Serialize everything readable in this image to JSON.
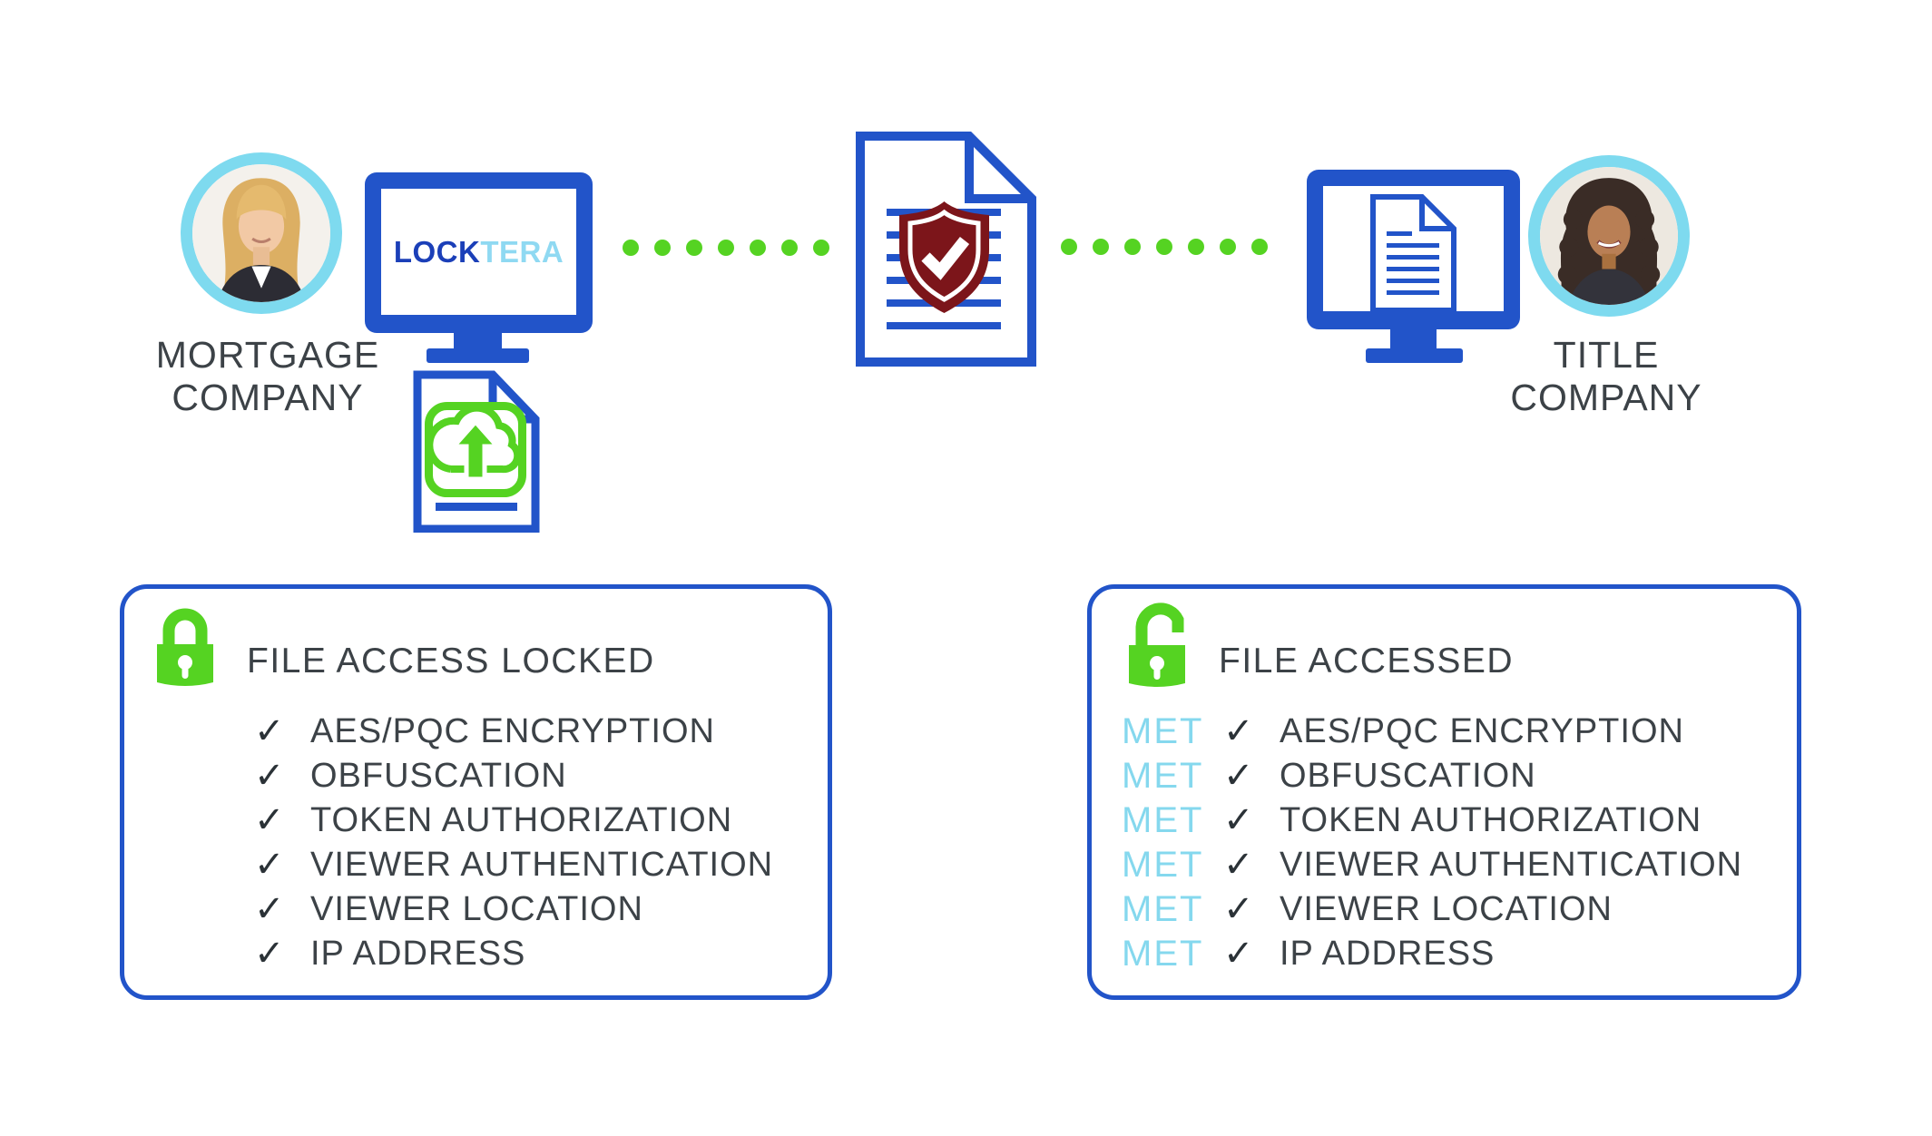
{
  "flow": {
    "sender": {
      "line1": "MORTGAGE",
      "line2": "COMPANY"
    },
    "receiver": {
      "line1": "TITLE",
      "line2": "COMPANY"
    },
    "brand": {
      "lock": "LOCK",
      "tera": "TERA"
    }
  },
  "panels": {
    "locked": {
      "title": "FILE ACCESS LOCKED",
      "items": [
        "AES/PQC ENCRYPTION",
        "OBFUSCATION",
        "TOKEN AUTHORIZATION",
        "VIEWER AUTHENTICATION",
        "VIEWER LOCATION",
        "IP ADDRESS"
      ]
    },
    "accessed": {
      "title": "FILE ACCESSED",
      "met_label": "MET",
      "items": [
        "AES/PQC ENCRYPTION",
        "OBFUSCATION",
        "TOKEN AUTHORIZATION",
        "VIEWER AUTHENTICATION",
        "VIEWER LOCATION",
        "IP ADDRESS"
      ]
    }
  },
  "icons": {
    "check_glyph": "✓",
    "padlock_closed": "padlock-closed",
    "padlock_open": "padlock-open",
    "cloud_upload": "cloud-upload",
    "shield_check": "shield-check"
  },
  "colors": {
    "blue": "#2254C9",
    "green": "#55D322",
    "ring_cyan": "#7EDAEF",
    "met_cyan": "#85D8EE",
    "brand_dark_blue": "#1B3FB8",
    "brand_light_blue": "#8FD9F2",
    "shield_maroon": "#7C151A",
    "text_dark": "#3C4247"
  }
}
